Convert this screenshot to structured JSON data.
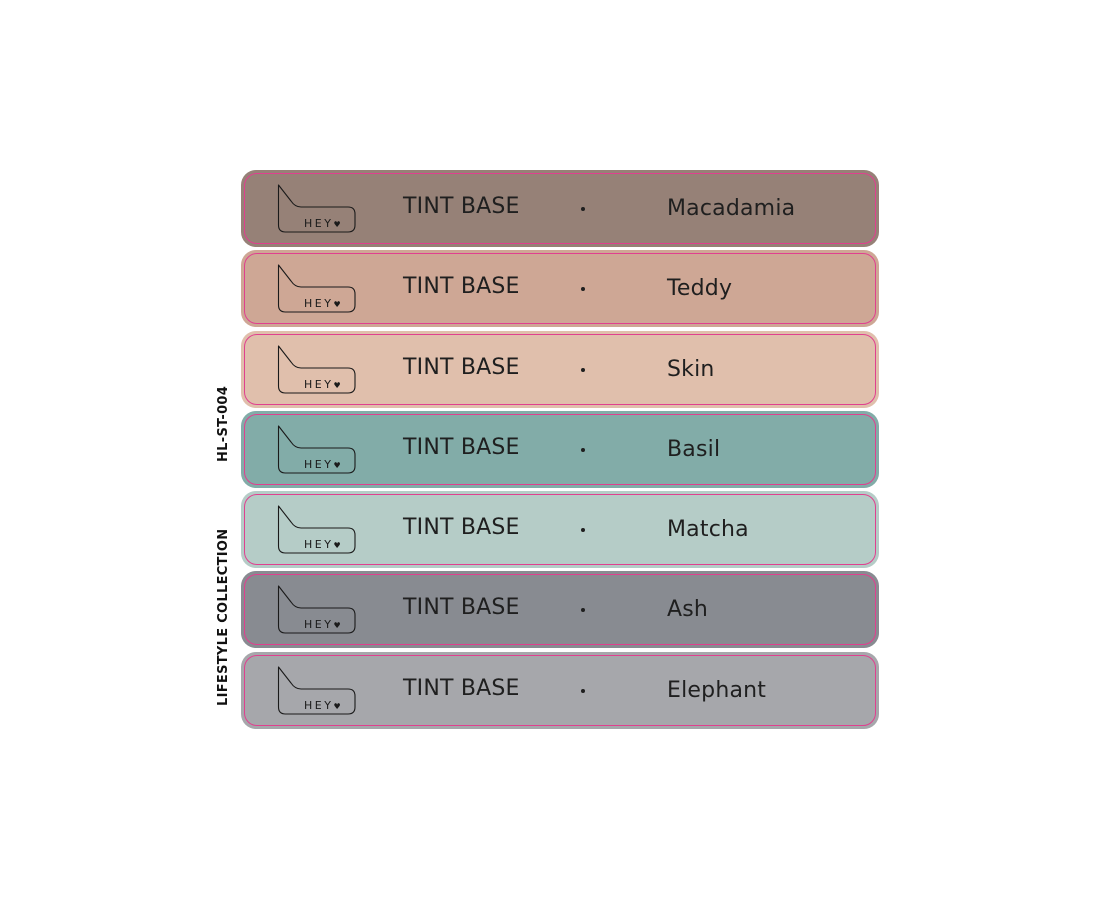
{
  "side_labels": {
    "code": "HL-ST-004",
    "collection": "LIFESTYLE COLLECTION"
  },
  "brand": {
    "logo_text": "HEY",
    "logo_heart": "♥"
  },
  "product_name": "TINT BASE",
  "separator": "·",
  "swatches": [
    {
      "shade": "Macadamia",
      "color": "#968177"
    },
    {
      "shade": "Teddy",
      "color": "#cea795"
    },
    {
      "shade": "Skin",
      "color": "#e0bfac"
    },
    {
      "shade": "Basil",
      "color": "#82aca8"
    },
    {
      "shade": "Matcha",
      "color": "#b5ccc7"
    },
    {
      "shade": "Ash",
      "color": "#888b91"
    },
    {
      "shade": "Elephant",
      "color": "#a6a7ab"
    }
  ],
  "accent_border": "#e0408f"
}
